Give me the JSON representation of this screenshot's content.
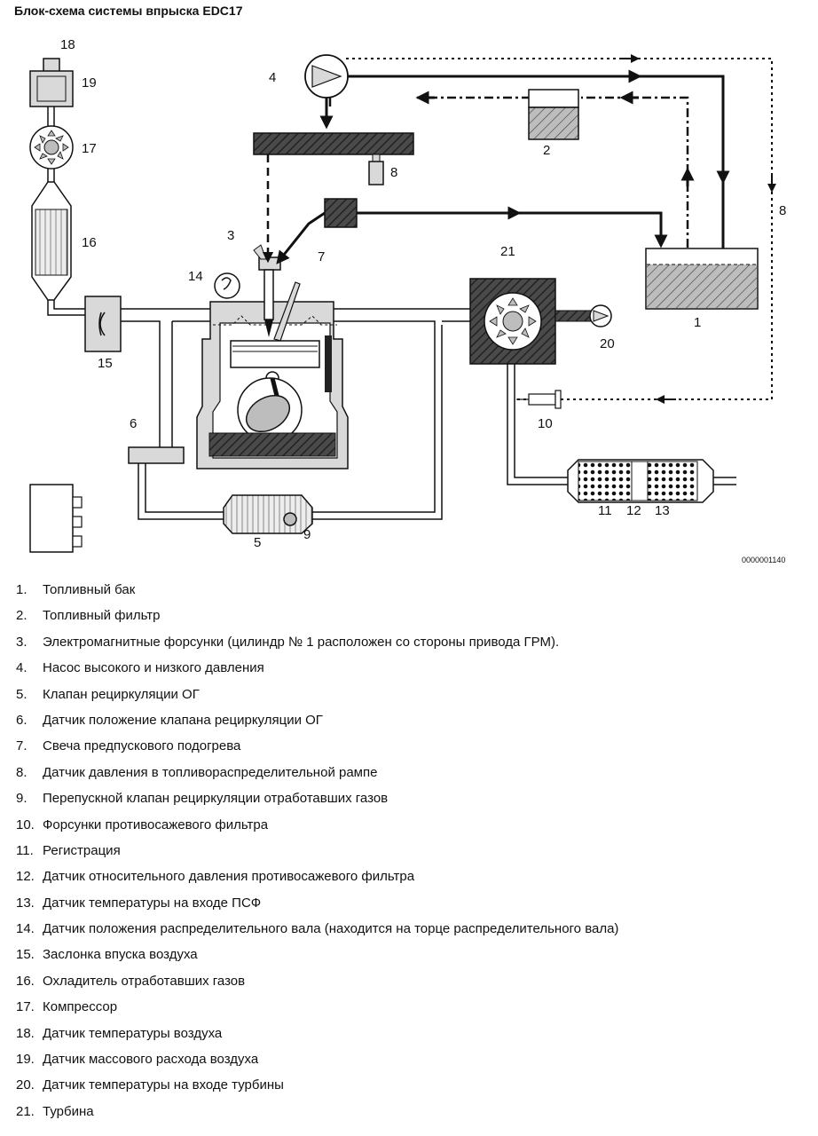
{
  "title": "Блок-схема системы впрыска EDC17",
  "image_id": "0000001140",
  "callouts": [
    "1",
    "2",
    "3",
    "4",
    "5",
    "6",
    "7",
    "8",
    "8",
    "9",
    "10",
    "11",
    "12",
    "13",
    "14",
    "15",
    "16",
    "17",
    "18",
    "19",
    "20",
    "21"
  ],
  "legend": [
    {
      "num": "1.",
      "text": "Топливный бак"
    },
    {
      "num": "2.",
      "text": "Топливный фильтр"
    },
    {
      "num": "3.",
      "text": "Электромагнитные форсунки (цилиндр № 1 расположен со стороны привода ГРМ)."
    },
    {
      "num": "4.",
      "text": "Насос высокого и низкого давления"
    },
    {
      "num": "5.",
      "text": "Клапан рециркуляции ОГ"
    },
    {
      "num": "6.",
      "text": "Датчик положение клапана рециркуляции ОГ"
    },
    {
      "num": "7.",
      "text": "Свеча предпускового подогрева"
    },
    {
      "num": "8.",
      "text": "Датчик давления в топливораспределительной рампе"
    },
    {
      "num": "9.",
      "text": "Перепускной клапан рециркуляции отработавших газов"
    },
    {
      "num": "10.",
      "text": "Форсунки противосажевого фильтра"
    },
    {
      "num": "11.",
      "text": "Регистрация"
    },
    {
      "num": "12.",
      "text": "Датчик относительного давления противосажевого фильтра"
    },
    {
      "num": "13.",
      "text": "Датчик температуры на входе ПСФ"
    },
    {
      "num": "14.",
      "text": "Датчик положения распределительного вала (находится на торце распределительного вала)"
    },
    {
      "num": "15.",
      "text": "Заслонка впуска воздуха"
    },
    {
      "num": "16.",
      "text": "Охладитель отработавших газов"
    },
    {
      "num": "17.",
      "text": "Компрессор"
    },
    {
      "num": "18.",
      "text": "Датчик температуры воздуха"
    },
    {
      "num": "19.",
      "text": "Датчик массового расхода воздуха"
    },
    {
      "num": "20.",
      "text": "Датчик температуры на входе турбины"
    },
    {
      "num": "21.",
      "text": "Турбина"
    }
  ]
}
